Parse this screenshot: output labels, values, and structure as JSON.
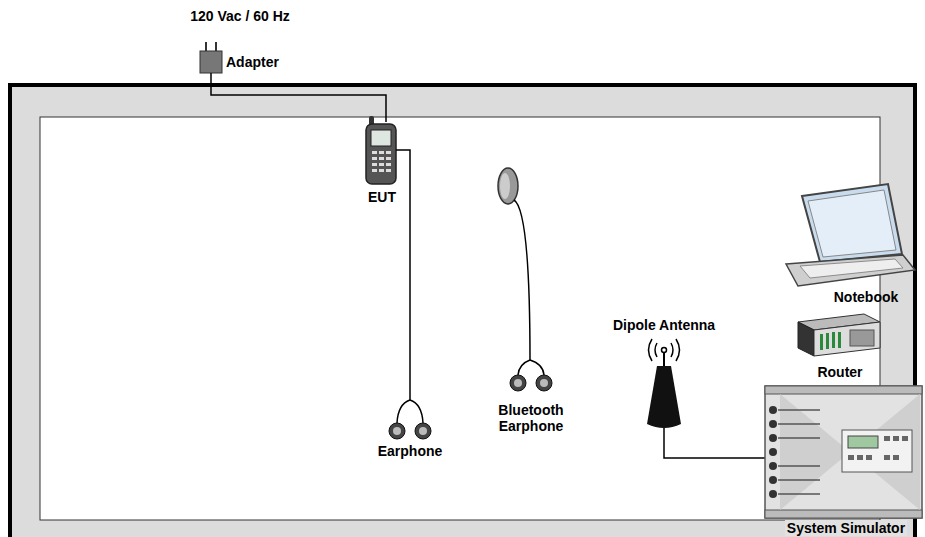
{
  "diagram": {
    "labels": [
      "120 Vac / 60 Hz",
      "Adapter",
      "EUT",
      "Earphone",
      "Bluetooth Earphone",
      "Dipole Antenna",
      "Notebook",
      "Router",
      "System Simulator"
    ]
  }
}
